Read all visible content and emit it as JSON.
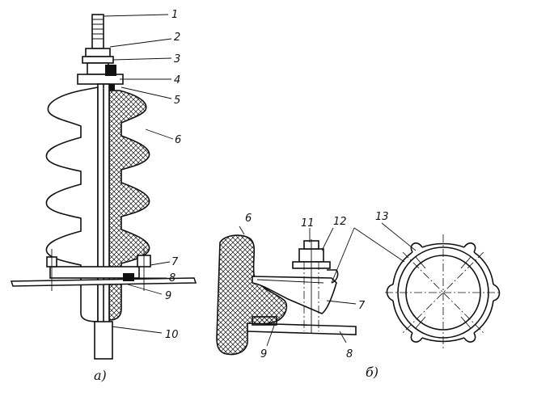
{
  "labels": {
    "n1": "1",
    "n2": "2",
    "n3": "3",
    "n4": "4",
    "n5": "5",
    "n6": "6",
    "n7": "7",
    "n8": "8",
    "n9": "9",
    "n10": "10",
    "b6": "6",
    "b11": "11",
    "b12": "12",
    "b13": "13",
    "b7": "7",
    "b9": "9",
    "b8": "8"
  },
  "captions": {
    "a": "а)",
    "b": "б)"
  }
}
